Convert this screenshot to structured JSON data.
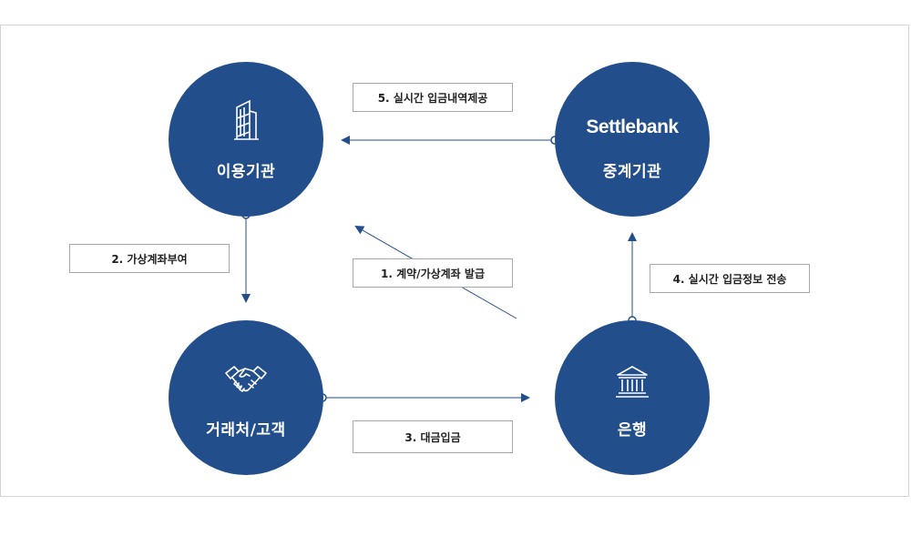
{
  "nodes": {
    "user_org": {
      "label": "이용기관",
      "icon": "building-icon"
    },
    "intermediary": {
      "label": "중계기관",
      "brand": "Settlebank",
      "icon": "settlebank-logo"
    },
    "customer": {
      "label": "거래처/고객",
      "icon": "handshake-icon"
    },
    "bank": {
      "label": "은행",
      "icon": "bank-icon"
    }
  },
  "steps": {
    "s1": "1. 계약/가상계좌 발급",
    "s2": "2. 가상계좌부여",
    "s3": "3. 대금입금",
    "s4": "4. 실시간 입금정보 전송",
    "s5": "5. 실시간 입금내역제공"
  },
  "colors": {
    "node_fill": "#234e8c",
    "arrow": "#234e8c",
    "box_border": "#a8a8a8",
    "frame_border": "#d4d4d4"
  }
}
